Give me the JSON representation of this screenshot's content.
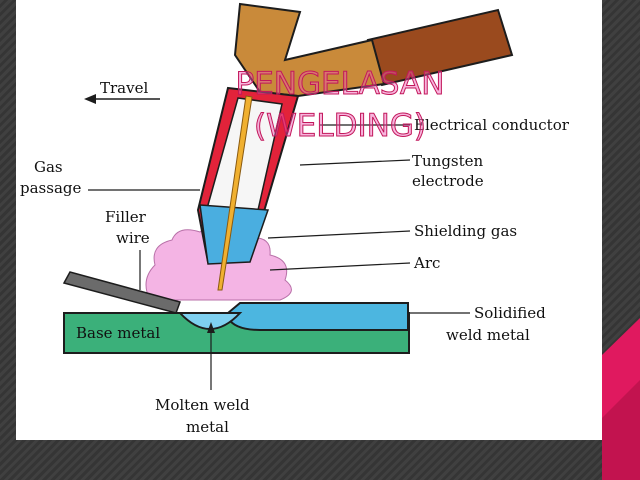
{
  "slide": {
    "title_line1": "PENGELASAN",
    "title_line2": "(WELDING)",
    "accent_color": "#e0195f"
  },
  "diagram": {
    "labels": {
      "travel": "Travel",
      "electrical_conductor": "Electrical conductor",
      "gas_passage_1": "Gas",
      "gas_passage_2": "passage",
      "tungsten_1": "Tungsten",
      "tungsten_2": "electrode",
      "filler_1": "Filler",
      "filler_2": "wire",
      "shielding_gas": "Shielding gas",
      "arc": "Arc",
      "base_metal": "Base metal",
      "solidified_1": "Solidified",
      "solidified_2": "weld metal",
      "molten_1": "Molten weld",
      "molten_2": "metal"
    },
    "colors": {
      "torch_body": "#c98a3a",
      "conductor": "#9a4a1e",
      "nozzle_red": "#e2233a",
      "gas_blue": "#4aaee0",
      "electrode": "#f0b030",
      "shield_gas_cloud": "#f4b4e4",
      "base_metal": "#3bb07a",
      "weld_metal": "#4cb6e0",
      "filler_rod": "#6b6b6b"
    }
  }
}
